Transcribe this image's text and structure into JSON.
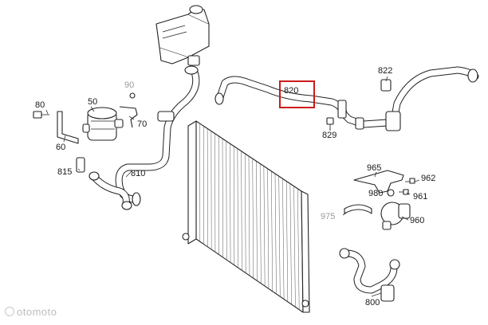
{
  "diagram": {
    "highlighted_part": "820",
    "labels": [
      {
        "id": "80",
        "text": "80"
      },
      {
        "id": "50",
        "text": "50"
      },
      {
        "id": "90",
        "text": "90"
      },
      {
        "id": "70",
        "text": "70"
      },
      {
        "id": "60",
        "text": "60"
      },
      {
        "id": "815",
        "text": "815"
      },
      {
        "id": "810",
        "text": "810"
      },
      {
        "id": "820",
        "text": "820"
      },
      {
        "id": "822",
        "text": "822"
      },
      {
        "id": "829",
        "text": "829"
      },
      {
        "id": "965",
        "text": "965"
      },
      {
        "id": "962",
        "text": "962"
      },
      {
        "id": "980",
        "text": "980"
      },
      {
        "id": "961",
        "text": "961"
      },
      {
        "id": "975",
        "text": "975"
      },
      {
        "id": "960",
        "text": "960"
      },
      {
        "id": "800",
        "text": "800"
      }
    ],
    "colors": {
      "highlight": "#cc1a1a",
      "muted_label": "#9a9a9a",
      "line": "#222222"
    }
  },
  "watermark": {
    "text": "otomoto"
  }
}
